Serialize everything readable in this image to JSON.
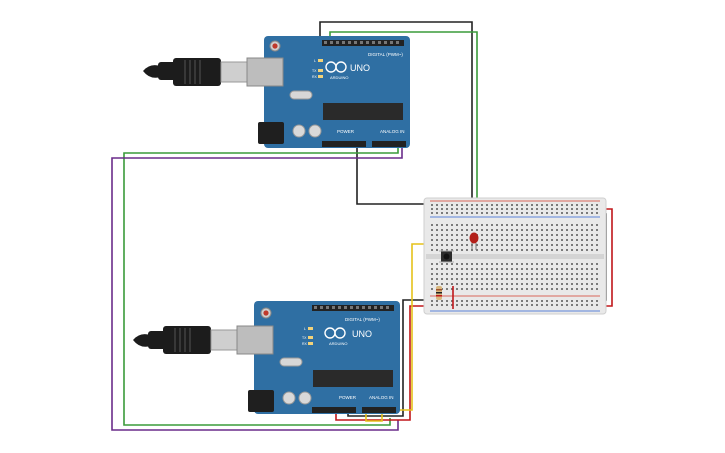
{
  "colors": {
    "board": "#2f6fa3",
    "board_dark": "#1f5a8a",
    "header": "#222222",
    "chip": "#2a2a2a",
    "usb_metal": "#c8c8c8",
    "cable": "#1c1c1c",
    "breadboard": "#e9e9e9",
    "rail_red": "#d33a2c",
    "rail_blue": "#2c5fd3",
    "wire_black": "#222222",
    "wire_green": "#3a9b3a",
    "wire_purple": "#6a2c8a",
    "wire_red": "#c0171a",
    "wire_yellow": "#e5c21a",
    "led": "#b3201a"
  },
  "boards": [
    {
      "brand": "ARDUINO",
      "model": "UNO",
      "digital_label": "DIGITAL (PWM~)",
      "power_label": "POWER",
      "analog_label": "ANALOG IN",
      "led_labels": [
        "L",
        "TX",
        "RX"
      ]
    },
    {
      "brand": "ARDUINO",
      "model": "UNO",
      "digital_label": "DIGITAL (PWM~)",
      "power_label": "POWER",
      "analog_label": "ANALOG IN",
      "led_labels": [
        "L",
        "TX",
        "RX"
      ]
    }
  ],
  "icons": {
    "logo": "infinity-logo-icon",
    "reset": "reset-button-icon"
  }
}
